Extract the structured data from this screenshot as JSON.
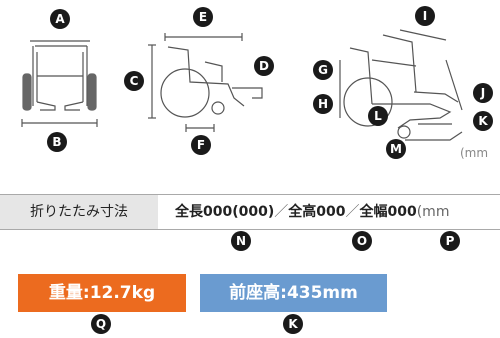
{
  "diagram": {
    "badges": {
      "A": "A",
      "B": "B",
      "C": "C",
      "D": "D",
      "E": "E",
      "F": "F",
      "G": "G",
      "H": "H",
      "I": "I",
      "J": "J",
      "K": "K",
      "L": "L",
      "M": "M",
      "N": "N",
      "O": "O",
      "P": "P",
      "Q": "Q",
      "K2": "K"
    },
    "unit_label": "(mm"
  },
  "folding": {
    "title": "折りたたみ寸法",
    "length": "全長000(000)",
    "sep1": "／",
    "height": "全高000",
    "sep2": "／",
    "width": "全幅000",
    "width_unit": "(mm"
  },
  "specs": {
    "weight": "重量:12.7kg",
    "seat_height": "前座高:435mm"
  },
  "colors": {
    "weight_bg": "#ec6b1f",
    "seat_bg": "#6a9bd0",
    "badge": "#1a1a1a"
  }
}
